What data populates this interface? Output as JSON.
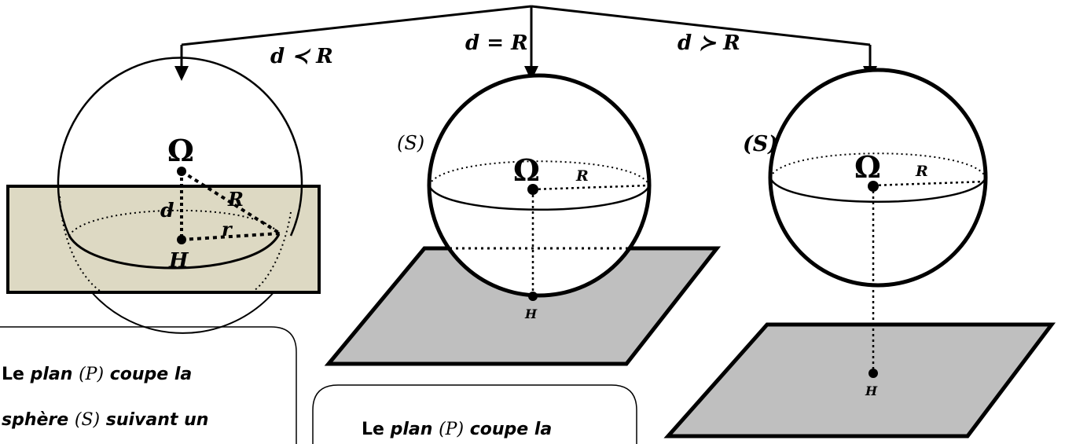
{
  "header": {
    "left_fragment": "",
    "middle_fragment": "",
    "right_fragment": ""
  },
  "cases": [
    {
      "condition": "d ≺ R",
      "center_label": "Ω",
      "foot_label": "H",
      "distance_label": "d",
      "radius_label": "R",
      "small_radius_label": "r",
      "box_lines": [
        {
          "a": "Le ",
          "b": "plan",
          "c": "(P)",
          "d": "coupe la"
        },
        {
          "a": "sphère ",
          "b": "",
          "c": "(S)",
          "d": "suivant un"
        }
      ]
    },
    {
      "condition": "d = R",
      "sphere_label": "(S)",
      "center_label": "Ω",
      "radius_label": "R",
      "foot_label": "H",
      "box_lines": [
        {
          "a": "Le ",
          "b": "plan",
          "c": "(P)",
          "d": "coupe la"
        }
      ]
    },
    {
      "condition": "d ≻ R",
      "sphere_label": "(S)",
      "center_label": "Ω",
      "radius_label": "R",
      "foot_label": "H"
    }
  ],
  "colors": {
    "plane_beige": "#ddd9c3",
    "plane_gray": "#bfbfbf",
    "stroke": "#000000"
  }
}
